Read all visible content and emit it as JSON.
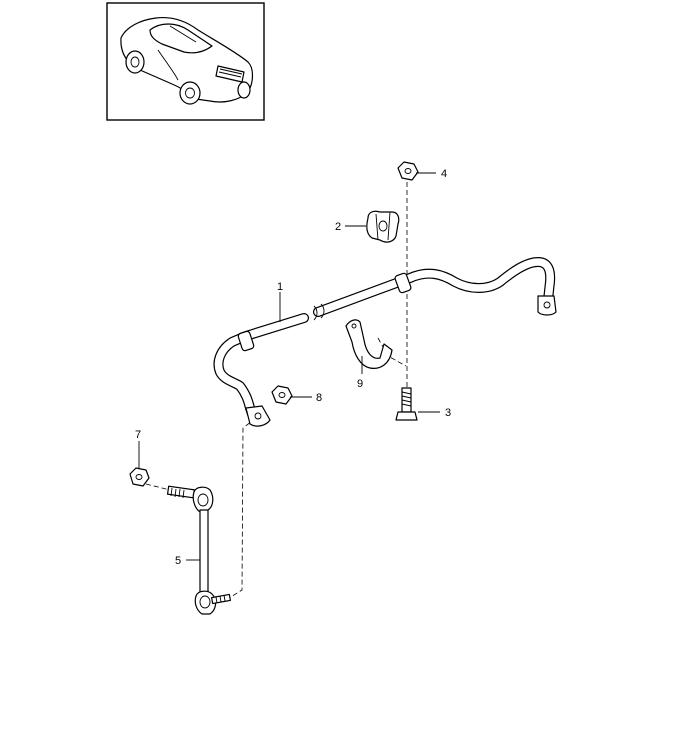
{
  "callouts": [
    {
      "id": "p1",
      "label": "1"
    },
    {
      "id": "p2",
      "label": "2"
    },
    {
      "id": "p3",
      "label": "3"
    },
    {
      "id": "p4",
      "label": "4"
    },
    {
      "id": "p5",
      "label": "5"
    },
    {
      "id": "p7",
      "label": "7"
    },
    {
      "id": "p8",
      "label": "8"
    },
    {
      "id": "p9",
      "label": "9"
    }
  ],
  "thumbnail": {
    "icon": "car-coupe-icon"
  },
  "colors": {
    "line": "#000000",
    "background": "#ffffff"
  }
}
